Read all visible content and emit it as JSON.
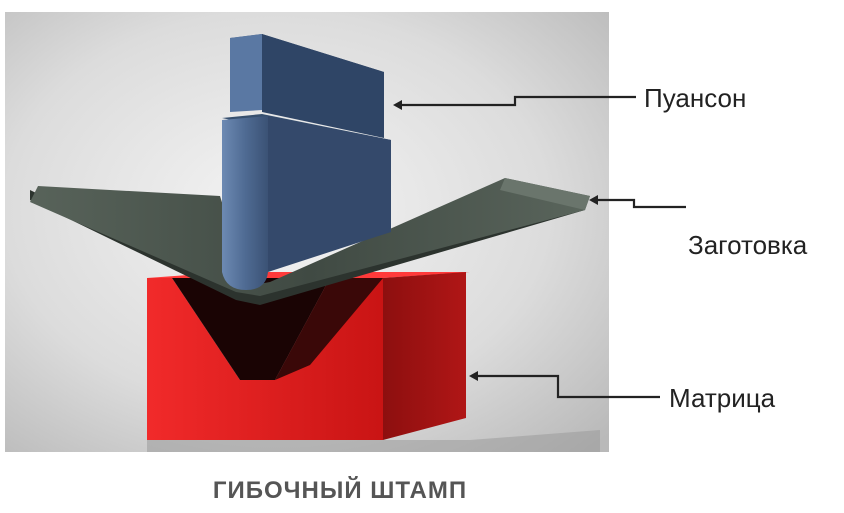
{
  "labels": {
    "punch": "Пуансон",
    "blank": "Заготовка",
    "die": "Матрица"
  },
  "title": "ГИБОЧНЫЙ ШТАМП",
  "colors": {
    "background_panel": "#e8e8e8",
    "punch": "#4f6b93",
    "blank": "#3f4a42",
    "die": "#e01a1a",
    "title_text": "#555555",
    "label_text": "#222222"
  }
}
